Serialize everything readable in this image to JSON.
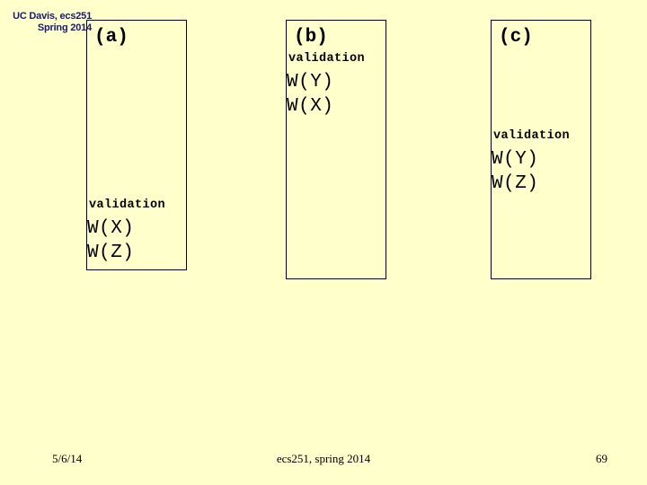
{
  "slide": {
    "background_color": "#ffffcc",
    "header": {
      "line1": "UC Davis, ecs251",
      "line2": "Spring 2014",
      "color": "#191970"
    },
    "panels": [
      {
        "label": "(a)",
        "validation_label": "validation",
        "operations": [
          "W(X)",
          "W(Z)"
        ]
      },
      {
        "label": "(b)",
        "validation_label": "validation",
        "operations": [
          "W(Y)",
          "W(X)"
        ]
      },
      {
        "label": "(c)",
        "validation_label": "validation",
        "operations": [
          "W(Y)",
          "W(Z)"
        ]
      }
    ],
    "footer": {
      "date": "5/6/14",
      "center": "ecs251, spring 2014",
      "page": "69"
    }
  }
}
